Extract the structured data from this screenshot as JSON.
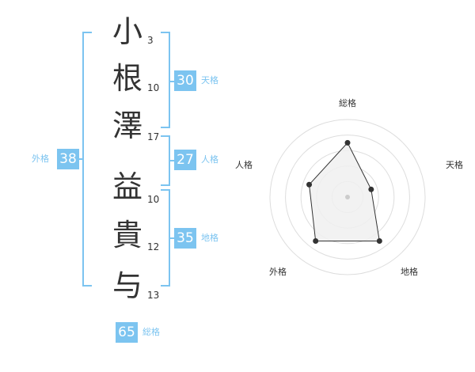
{
  "name": {
    "chars": [
      {
        "char": "小",
        "strokes": "3"
      },
      {
        "char": "根",
        "strokes": "10"
      },
      {
        "char": "澤",
        "strokes": "17"
      },
      {
        "char": "益",
        "strokes": "10"
      },
      {
        "char": "貴",
        "strokes": "12"
      },
      {
        "char": "与",
        "strokes": "13"
      }
    ]
  },
  "kakusu": {
    "tenkaku": {
      "value": "30",
      "label": "天格"
    },
    "jinkaku": {
      "value": "27",
      "label": "人格"
    },
    "chikaku": {
      "value": "35",
      "label": "地格"
    },
    "gaikaku": {
      "value": "38",
      "label": "外格"
    },
    "soukaku": {
      "value": "65",
      "label": "総格"
    }
  },
  "chart_data": {
    "type": "radar",
    "axes": [
      "総格",
      "天格",
      "地格",
      "外格",
      "人格"
    ],
    "values": [
      3.5,
      1.6,
      3.5,
      3.5,
      2.6
    ],
    "range": [
      0,
      5
    ],
    "rings": 5
  },
  "colors": {
    "accent": "#7cc4f0",
    "text": "#333333",
    "polygon_fill": "#f0f0f0"
  }
}
